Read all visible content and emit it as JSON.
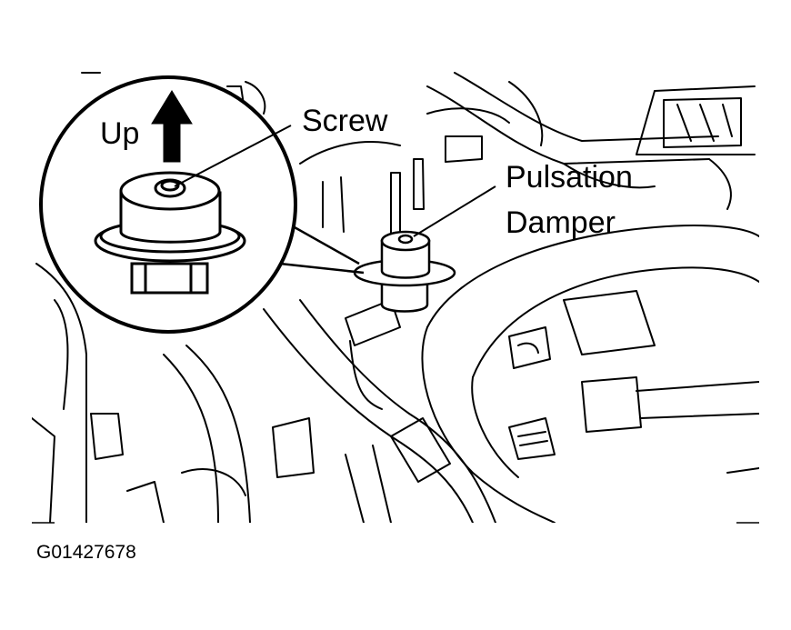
{
  "labels": {
    "up": "Up",
    "screw": "Screw",
    "component_line1": "Pulsation",
    "component_line2": "Damper"
  },
  "figure_code": "G01427678",
  "colors": {
    "ink": "#000000",
    "paper": "#ffffff"
  },
  "icons": {
    "arrow": "up-arrow-icon"
  }
}
